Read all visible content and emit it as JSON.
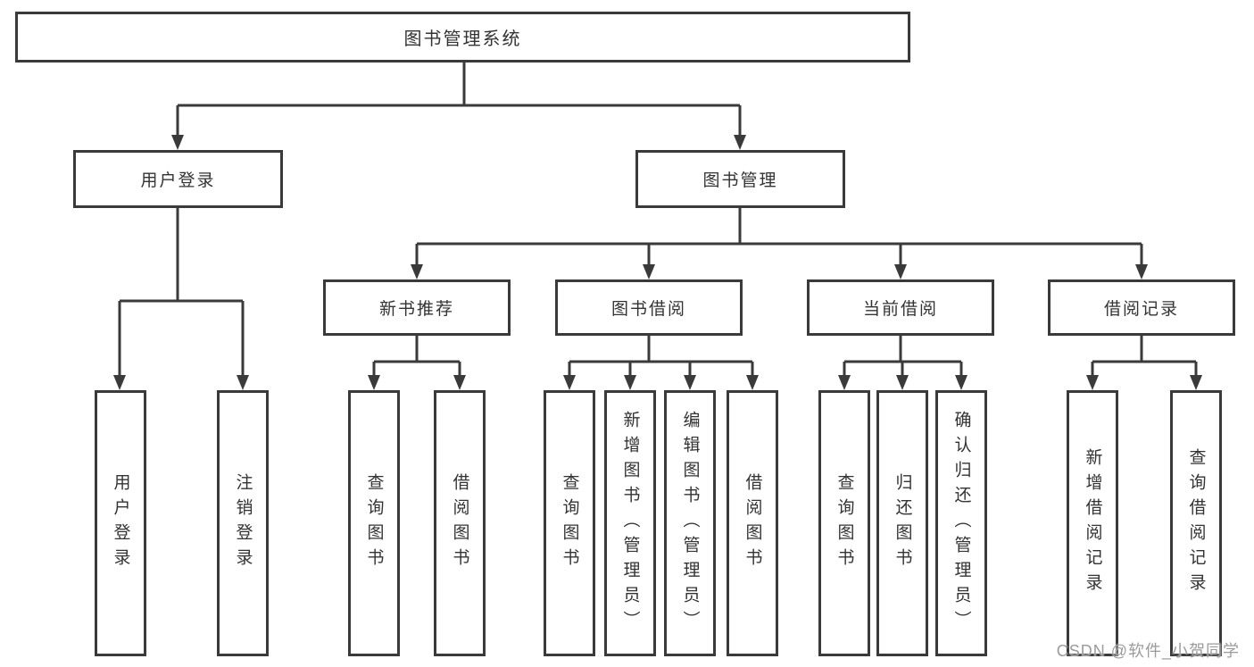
{
  "diagram": {
    "root": {
      "label": "图书管理系统"
    },
    "branches": [
      {
        "label": "用户登录",
        "children": [
          {
            "label": "用户登录"
          },
          {
            "label": "注销登录"
          }
        ]
      },
      {
        "label": "图书管理",
        "children": [
          {
            "label": "新书推荐",
            "children": [
              {
                "label": "查询图书"
              },
              {
                "label": "借阅图书"
              }
            ]
          },
          {
            "label": "图书借阅",
            "children": [
              {
                "label": "查询图书"
              },
              {
                "label": "新增图书（管理员）"
              },
              {
                "label": "编辑图书（管理员）"
              },
              {
                "label": "借阅图书"
              }
            ]
          },
          {
            "label": "当前借阅",
            "children": [
              {
                "label": "查询图书"
              },
              {
                "label": "归还图书"
              },
              {
                "label": "确认归还（管理员）"
              }
            ]
          },
          {
            "label": "借阅记录",
            "children": [
              {
                "label": "新增借阅记录"
              },
              {
                "label": "查询借阅记录"
              }
            ]
          }
        ]
      }
    ]
  },
  "watermark": {
    "text": "CSDN @软件_小贺同学"
  },
  "colors": {
    "line": "#3a3a3a",
    "text": "#333333",
    "watermark": "#9b9b9b",
    "background": "#ffffff"
  }
}
